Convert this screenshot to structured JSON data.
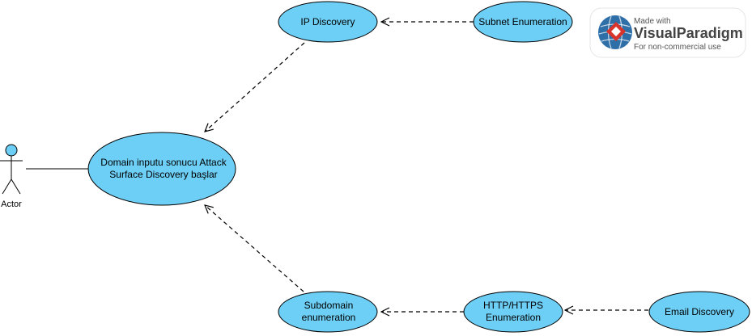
{
  "diagram": {
    "actor": {
      "label": "Actor"
    },
    "use_cases": {
      "main": {
        "line1": "Domain inputu sonucu Attack",
        "line2": "Surface Discovery başlar"
      },
      "ip_discovery": {
        "label": "IP Discovery"
      },
      "subnet_enumeration": {
        "label": "Subnet Enumeration"
      },
      "subdomain_enumeration": {
        "line1": "Subdomain",
        "line2": "enumeration"
      },
      "http_enumeration": {
        "line1": "HTTP/HTTPS",
        "line2": "Enumeration"
      },
      "email_discovery": {
        "label": "Email Discovery"
      }
    },
    "colors": {
      "use_case_fill": "#6ECFF6",
      "stroke": "#000000",
      "actor_fill": "#6ECFF6"
    }
  },
  "watermark": {
    "made_with": "Made with",
    "brand_bold": "Visual",
    "brand_rest": "Paradigm",
    "tagline": "For non-commercial use"
  }
}
